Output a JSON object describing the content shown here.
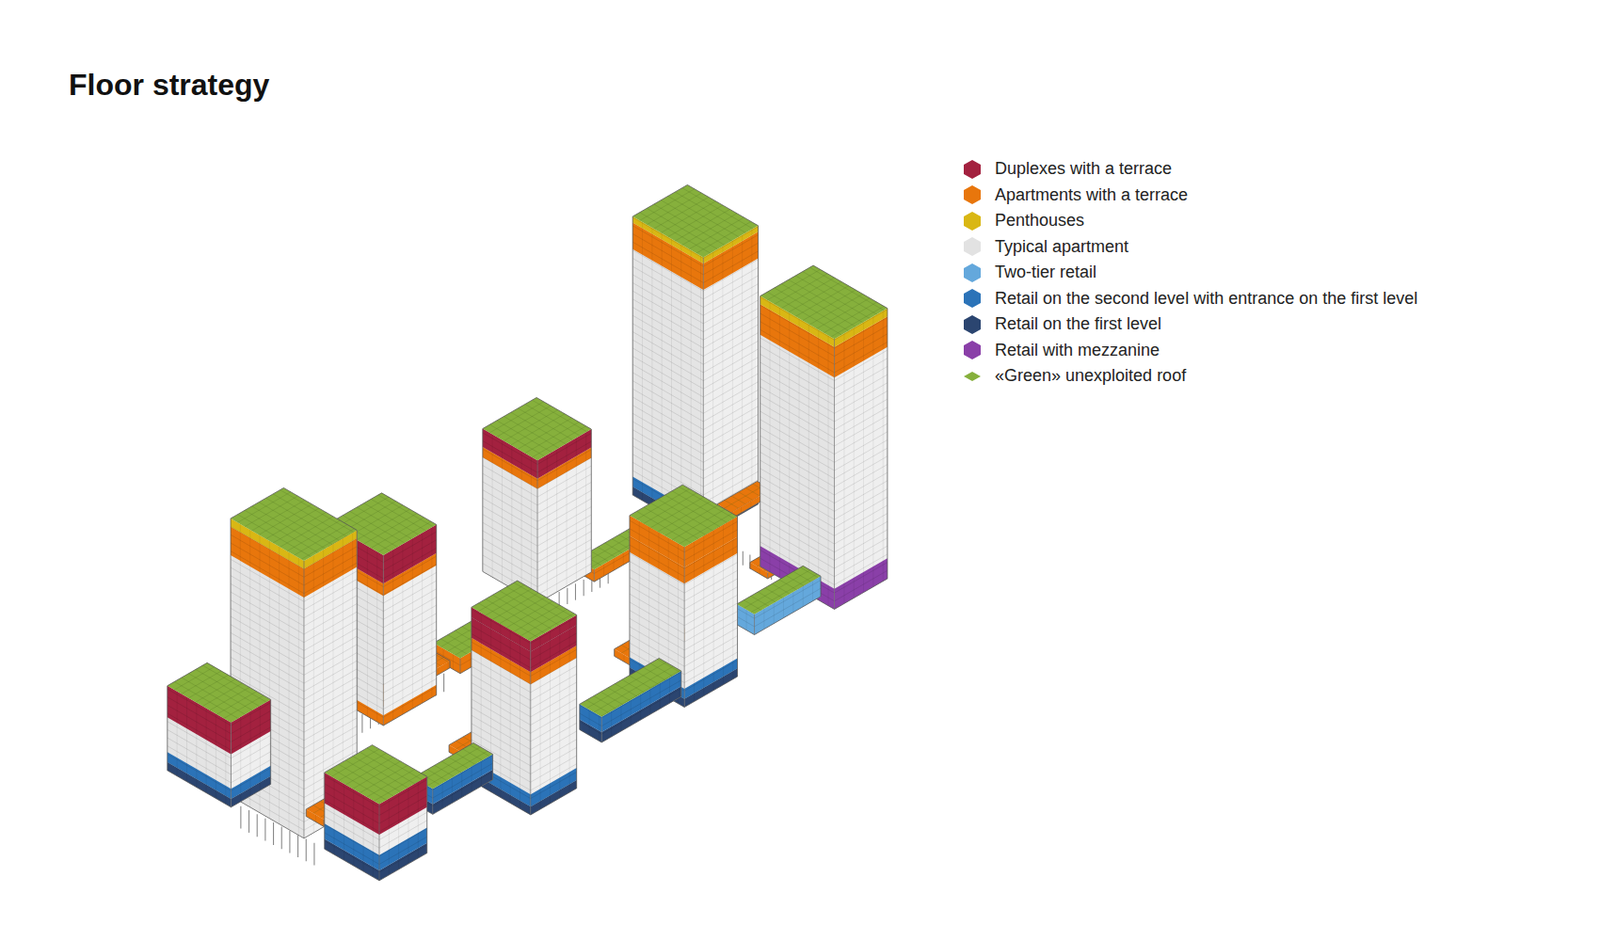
{
  "diagram": {
    "title": "Floor strategy",
    "legend": [
      {
        "text": "Duplexes with a terrace",
        "color": "#a3213f"
      },
      {
        "text": "Apartments with a terrace",
        "color": "#e8760c"
      },
      {
        "text": "Penthouses",
        "color": "#d9b714"
      },
      {
        "text": "Typical apartment",
        "color": "#e2e2e2"
      },
      {
        "text": "Two-tier retail",
        "color": "#64a8dc"
      },
      {
        "text": "Retail on the second level with entrance on the first level",
        "color": "#2b73b8"
      },
      {
        "text": "Retail on the first level",
        "color": "#2b4570"
      },
      {
        "text": "Retail with mezzanine",
        "color": "#8a3fa8"
      },
      {
        "text": "«Green» unexploited roof",
        "color": "#86b03c"
      }
    ]
  }
}
